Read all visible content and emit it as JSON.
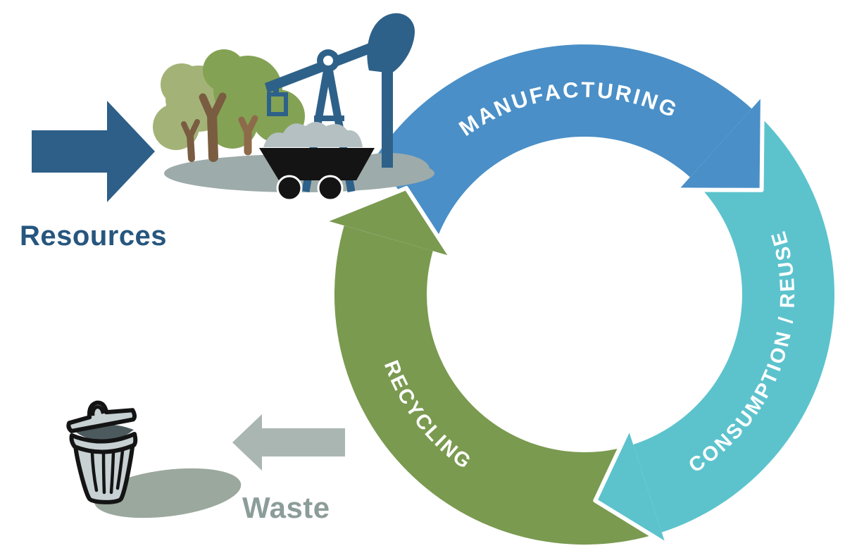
{
  "diagram": {
    "type": "cycle-diagram",
    "subject": "materials lifecycle",
    "cycle": {
      "direction": "clockwise",
      "label_color": "#ffffff",
      "segments": [
        {
          "id": "manufacturing",
          "label": "MANUFACTURING",
          "color": "#4a8fc7"
        },
        {
          "id": "consumption-reuse",
          "label": "CONSUMPTION / REUSE",
          "color": "#5cc3cd"
        },
        {
          "id": "recycling",
          "label": "RECYCLING",
          "color": "#7a9a50"
        }
      ]
    },
    "resources": {
      "label": "Resources",
      "text_color": "#26567e",
      "arrow_color": "#2d5f88"
    },
    "waste": {
      "label": "Waste",
      "text_color": "#8c9d99",
      "arrow_color": "#a9b6b2"
    },
    "artwork_colors": {
      "pumpjack": "#2e6189",
      "tree_foliage_light": "#a3b377",
      "tree_foliage_dark": "#84a254",
      "tree_trunk": "#7a5c41",
      "tree_trunk_light": "#8d6a4a",
      "mound_gray": "#9dabaa",
      "ore_gray": "#b5c0c2",
      "cart_black": "#141414",
      "trash_body": "#c7d0d2",
      "trash_interior": "#4c5a5d",
      "trash_outline": "#141414",
      "shadow_gray": "#9aa89d"
    }
  }
}
